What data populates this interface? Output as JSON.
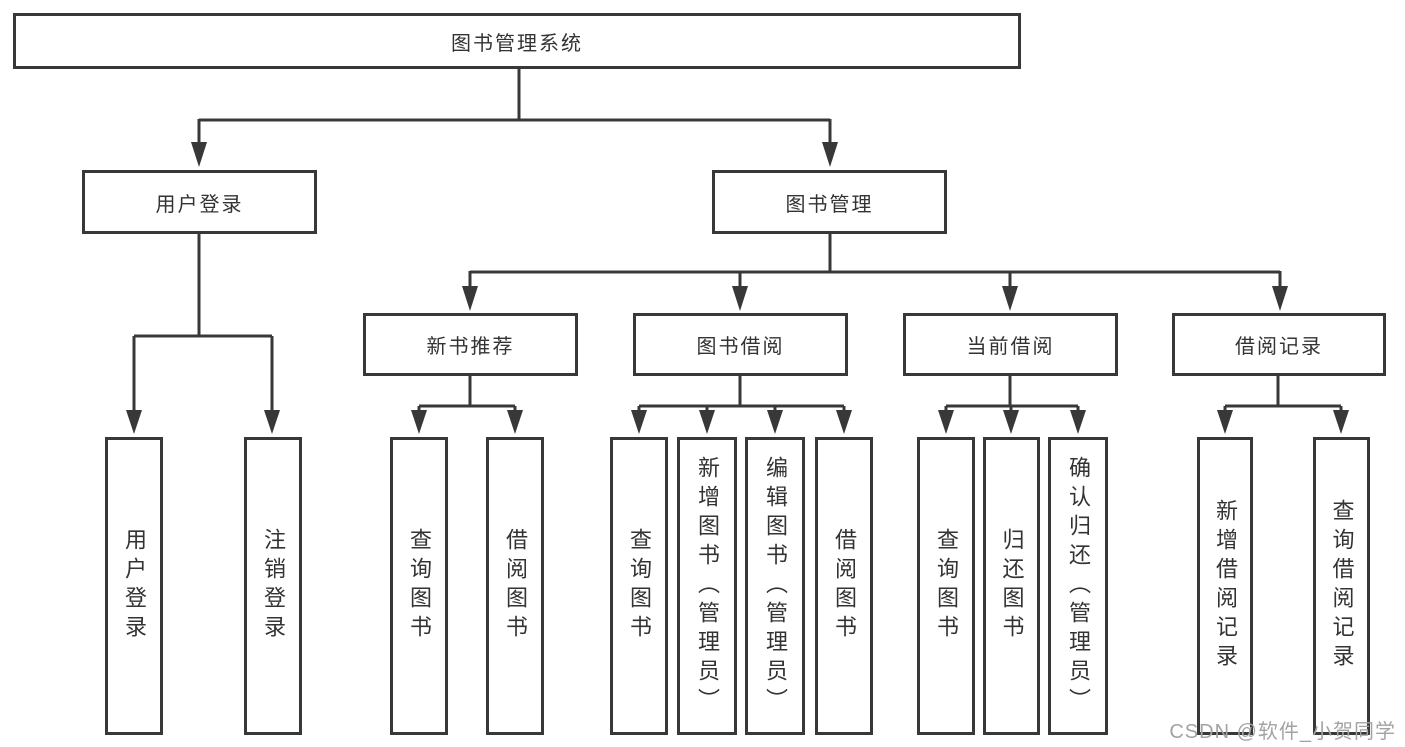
{
  "colors": {
    "line": "#383838",
    "node_border": "#383838",
    "node_text": "#333333",
    "background": "#ffffff",
    "watermark_text": "#a3a3a3"
  },
  "nodes": {
    "root": "图书管理系统",
    "user_login": "用户登录",
    "book_management": "图书管理",
    "new_book_recommend": "新书推荐",
    "book_borrowing": "图书借阅",
    "current_borrowing": "当前借阅",
    "borrowing_records": "借阅记录",
    "leaf_user_login": "用户登录",
    "leaf_logout": "注销登录",
    "leaf_query_books_recommend": "查询图书",
    "leaf_borrow_books_recommend": "借阅图书",
    "leaf_query_books_borrowing": "查询图书",
    "leaf_add_books_admin": "新增图书（管理员）",
    "leaf_edit_books_admin": "编辑图书（管理员）",
    "leaf_borrow_books_borrowing": "借阅图书",
    "leaf_query_books_current": "查询图书",
    "leaf_return_books": "归还图书",
    "leaf_confirm_return_admin": "确认归还（管理员）",
    "leaf_add_borrow_record": "新增借阅记录",
    "leaf_query_borrow_record": "查询借阅记录"
  },
  "watermark": "CSDN @软件_小贺同学"
}
